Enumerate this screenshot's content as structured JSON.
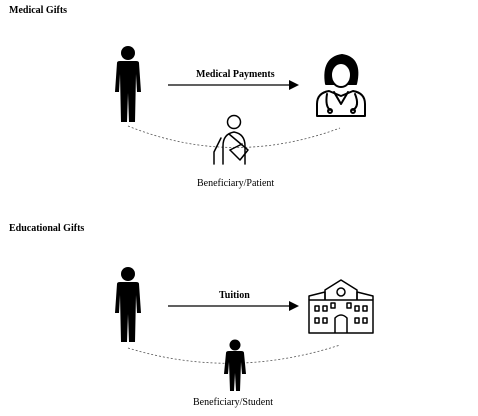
{
  "sections": [
    {
      "title": "Medical Gifts",
      "arrow_label": "Medical Payments",
      "beneficiary_label": "Beneficiary/Patient",
      "donor_icon": "person-icon",
      "recipient_icon": "doctor-icon",
      "beneficiary_icon": "patient-arm-sling-icon"
    },
    {
      "title": "Educational Gifts",
      "arrow_label": "Tuition",
      "beneficiary_label": "Beneficiary/Student",
      "donor_icon": "person-icon",
      "recipient_icon": "school-building-icon",
      "beneficiary_icon": "student-person-icon"
    }
  ]
}
